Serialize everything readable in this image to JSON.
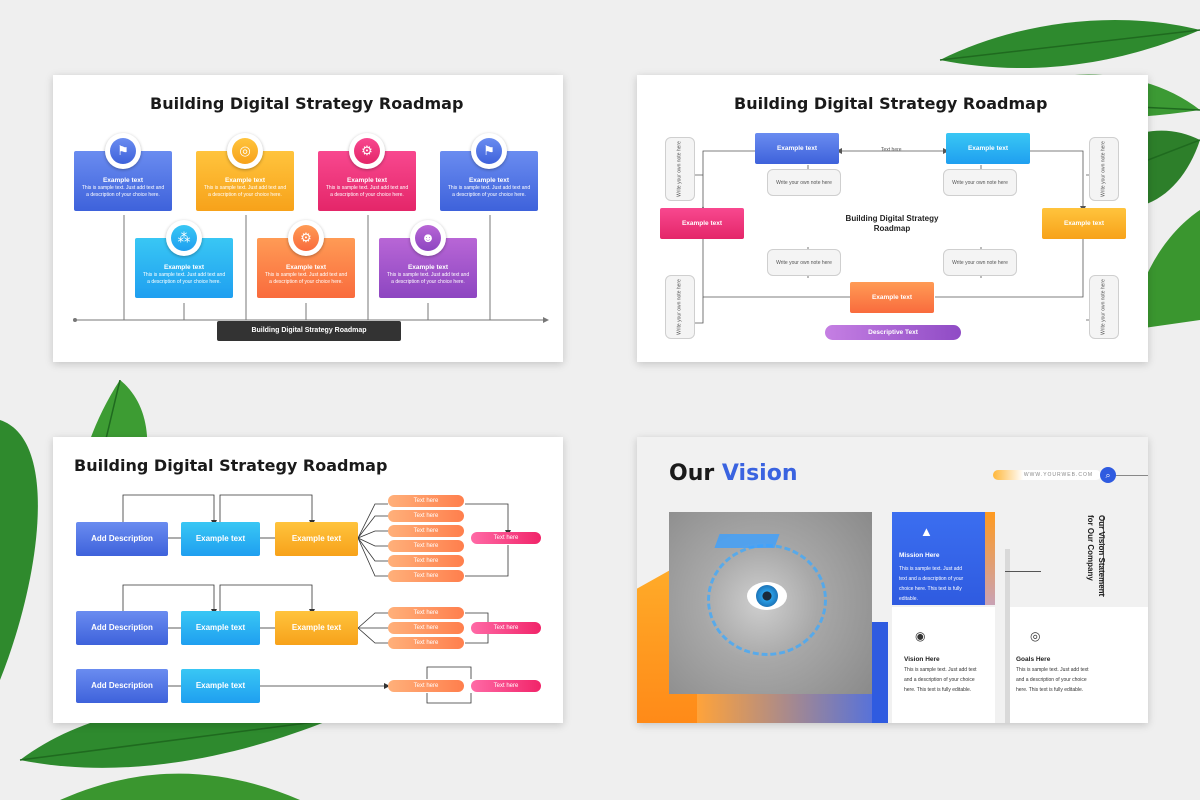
{
  "slide1": {
    "title": "Building Digital Strategy Roadmap",
    "cards": [
      {
        "title": "Example text",
        "body": "This is sample text. Just add text and a description of your choice here.",
        "color": "blue",
        "icon": "presenter-icon"
      },
      {
        "title": "Example text",
        "body": "This is sample text. Just add text and a description of your choice here.",
        "color": "yellow",
        "icon": "target-icon"
      },
      {
        "title": "Example text",
        "body": "This is sample text. Just add text and a description of your choice here.",
        "color": "pink",
        "icon": "gears-icon"
      },
      {
        "title": "Example text",
        "body": "This is sample text. Just add text and a description of your choice here.",
        "color": "blue",
        "icon": "presenter-icon"
      },
      {
        "title": "Example text",
        "body": "This is sample text. Just add text and a description of your choice here.",
        "color": "cyan",
        "icon": "network-icon"
      },
      {
        "title": "Example text",
        "body": "This is sample text. Just add text and a description of your choice here.",
        "color": "orange",
        "icon": "team-gear-icon"
      },
      {
        "title": "Example text",
        "body": "This is sample text. Just add text and a description of your choice here.",
        "color": "purple",
        "icon": "group-icon"
      }
    ],
    "footer_label": "Building Digital Strategy Roadmap"
  },
  "slide2": {
    "title": "Building Digital Strategy Roadmap",
    "center_title": "Building Digital Strategy Roadmap",
    "top_left_box": "Example text",
    "top_right_box": "Example text",
    "left_box": "Example text",
    "right_box": "Example text",
    "bottom_box": "Example text",
    "text_here": "Text here",
    "note_text": "Write your own note here",
    "vertical_note": "Write your own note here",
    "descriptive": "Descriptive Text"
  },
  "slide3": {
    "title": "Building Digital Strategy Roadmap",
    "rows": [
      {
        "desc": "Add Description",
        "ex1": "Example text",
        "ex2": "Example text",
        "pills": [
          "Text here",
          "Text here",
          "Text here",
          "Text here",
          "Text here",
          "Text here"
        ],
        "end": "Text here"
      },
      {
        "desc": "Add Description",
        "ex1": "Example text",
        "ex2": "Example text",
        "pills": [
          "Text here",
          "Text here",
          "Text here"
        ],
        "end": "Text here"
      },
      {
        "desc": "Add Description",
        "ex1": "Example text",
        "pills": [
          "Text here"
        ],
        "end": "Text here"
      }
    ]
  },
  "slide4": {
    "title_part1": "Our",
    "title_part2": "Vision",
    "url": "WWW.YOURWEB.COM",
    "mission_title": "Mission Here",
    "mission_body": "This is sample text. Just add text and a description of your choice here. This text is fully editable.",
    "vision_title": "Vision Here",
    "vision_body": "This is sample text. Just add text and a description of your choice here. This text is fully editable.",
    "goals_title": "Goals Here",
    "goals_body": "This is sample text. Just add text and a description of your choice here. This text is fully editable.",
    "vertical_heading": "Our Vision Statement for Our Company",
    "accent_blue": "#2f5be0",
    "accent_orange": "#ff9a1f"
  }
}
